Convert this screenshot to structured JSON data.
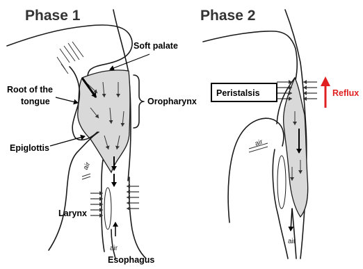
{
  "phases": [
    {
      "title": "Phase 1"
    },
    {
      "title": "Phase 2"
    }
  ],
  "labels": {
    "soft_palate": "Soft palate",
    "root_of_tongue_line1": "Root of the",
    "root_of_tongue_line2": "tongue",
    "oropharynx": "Oropharynx",
    "epiglottis": "Epiglottis",
    "larynx": "Larynx",
    "esophagus": "Esophagus",
    "peristalsis": "Peristalsis",
    "reflux": "Reflux",
    "air": "air"
  },
  "colors": {
    "bolus_fill": "#d9d9d9",
    "outline": "#1a1a1a",
    "reflux_arrow": "#e02020",
    "reflux_text": "#e02020"
  }
}
